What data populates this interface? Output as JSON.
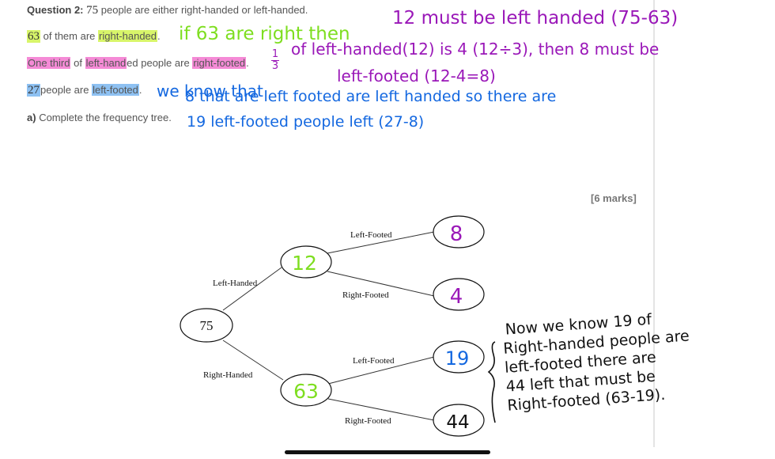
{
  "question": {
    "label": "Question 2:",
    "intro_number": "75",
    "intro_text": "people are either right-handed or left-handed.",
    "line2_number": "63",
    "line2_text": "of them are",
    "line2_hl": "right-handed",
    "line3_hl1": "One third",
    "line3_t1": "of",
    "line3_hl2": "left-hand",
    "line3_t2": "ed people are",
    "line3_hl3": "right-footed",
    "line4_number": "27",
    "line4_text": "people are",
    "line4_hl": "left-footed",
    "part_a_label": "a)",
    "part_a_text": "Complete the frequency tree.",
    "marks": "[6 marks]"
  },
  "tree": {
    "root": "75",
    "branch_left_handed": "Left-Handed",
    "branch_right_handed": "Right-Handed",
    "left_footed_top": "Left-Footed",
    "right_footed_top": "Right-Footed",
    "left_footed_bottom": "Left-Footed",
    "right_footed_bottom": "Right-Footed",
    "answer_left_handed": "12",
    "answer_right_handed": "63",
    "answer_lh_left_footed": "8",
    "answer_lh_right_footed": "4",
    "answer_rh_left_footed": "19",
    "answer_rh_right_footed": "44"
  },
  "notes": {
    "green": "if 63 are right then",
    "purple_1": "12 must be left handed (75-63)",
    "purple_2a": "1",
    "purple_2b": "3",
    "purple_2c": "of left-handed(12) is 4 (12÷3), then 8 must be",
    "purple_3": "left-footed (12-4=8)",
    "blue_1": "we know that",
    "blue_2": "8 that are left footed are left handed so there are",
    "blue_3": "19 left-footed people left (27-8)",
    "black_1": "Now we know 19 of",
    "black_2": "Right-handed people are",
    "black_3": "left-footed there are",
    "black_4": "44 left that must be",
    "black_5": "Right-footed (63-19)."
  },
  "colors": {
    "highlight_green": "#d8f56a",
    "highlight_pink": "#f58ad6",
    "highlight_blue": "#8ec1f2",
    "ink_green": "#7ede20",
    "ink_purple": "#9a18b8",
    "ink_blue": "#1468e0",
    "ink_black": "#111111"
  }
}
